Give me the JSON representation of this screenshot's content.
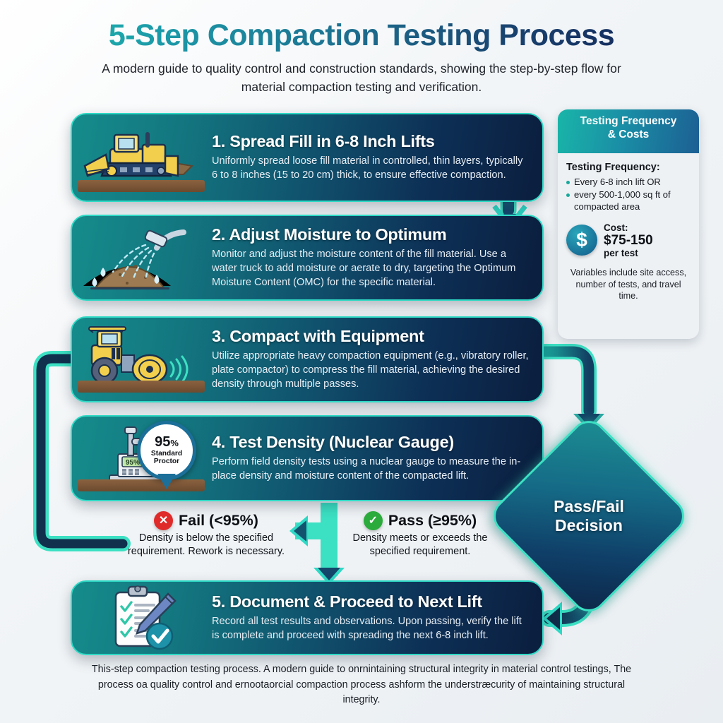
{
  "header": {
    "title": "5-Step Compaction Testing Process",
    "subtitle": "A modern guide to quality control and construction standards, showing the step-by-step flow for material compaction testing and verification."
  },
  "steps": [
    {
      "number": "1.",
      "title": "1. Spread Fill in 6-8 Inch Lifts",
      "desc": "Uniformly spread loose fill material in controlled, thin layers, typically 6 to 8 inches (15 to 20 cm) thick, to ensure effective compaction.",
      "icon": "bulldozer-icon"
    },
    {
      "number": "2.",
      "title": "2. Adjust Moisture to Optimum",
      "desc": "Monitor and adjust the moisture content of the fill material. Use a water truck to add moisture or aerate to dry, targeting the Optimum Moisture Content (OMC) for the specific material.",
      "icon": "water-hose-soil-icon"
    },
    {
      "number": "3.",
      "title": "3. Compact with Equipment",
      "desc": "Utilize appropriate heavy compaction equipment (e.g., vibratory roller, plate compactor) to compress the fill material, achieving the desired density through multiple passes.",
      "icon": "vibratory-roller-icon"
    },
    {
      "number": "4.",
      "title": "4. Test Density (Nuclear Gauge)",
      "desc": "Perform field density tests using a nuclear gauge to measure the in-place density and moisture content of the compacted lift.",
      "icon": "nuclear-gauge-icon",
      "badge": {
        "value": "95",
        "unit": "%",
        "label": "Standard Proctor",
        "readout": "95%"
      }
    },
    {
      "number": "5.",
      "title": "5. Document & Proceed to Next Lift",
      "desc": "Record all test results and observations. Upon passing, verify the lift is complete and proceed with spreading the next 6-8 inch lift.",
      "icon": "clipboard-check-icon"
    }
  ],
  "decision": {
    "label": "Pass/Fail\nDecision",
    "line1": "Pass/Fail",
    "line2": "Decision"
  },
  "outcomes": {
    "fail": {
      "title": "Fail (<95%)",
      "desc": "Density is below the specified requirement. Rework is necessary.",
      "icon_glyph": "✕",
      "color": "#e02b2b"
    },
    "pass": {
      "title": "Pass (≥95%)",
      "desc": "Density meets or exceeds the specified requirement.",
      "icon_glyph": "✓",
      "color": "#2bab3c"
    }
  },
  "panel": {
    "heading_line1": "Testing Frequency",
    "heading_line2": "& Costs",
    "frequency_label": "Testing Frequency:",
    "frequency_items": [
      "Every 6-8 inch lift OR",
      "every 500-1,000 sq ft of compacted area"
    ],
    "cost_label": "Cost:",
    "cost_amount": "$75-150",
    "cost_per": "per test",
    "cost_glyph": "$",
    "note": "Variables include site access, number of tests, and travel time."
  },
  "footer": {
    "text": "This-step compaction testing process. A modern guide to onrnintaining structural integrity in material control testings, The process oа quality control and ernootaorcial compaction process ashform the understræcurity of maintaining structural integrity."
  },
  "colors": {
    "accent_teal": "#2fd9c5",
    "card_left": "#158c8c",
    "card_right": "#0b1e3e",
    "panel_bg": "#eef1f4",
    "fail_red": "#e02b2b",
    "pass_green": "#2bab3c"
  }
}
